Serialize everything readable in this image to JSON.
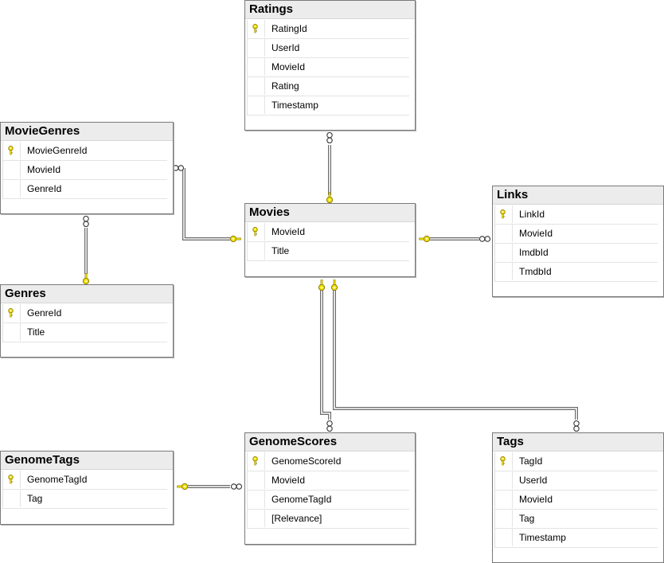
{
  "tables": [
    {
      "id": "Ratings",
      "title": "Ratings",
      "columns": [
        {
          "name": "RatingId",
          "pk": true
        },
        {
          "name": "UserId",
          "pk": false
        },
        {
          "name": "MovieId",
          "pk": false
        },
        {
          "name": "Rating",
          "pk": false
        },
        {
          "name": "Timestamp",
          "pk": false
        }
      ]
    },
    {
      "id": "MovieGenres",
      "title": "MovieGenres",
      "columns": [
        {
          "name": "MovieGenreId",
          "pk": true
        },
        {
          "name": "MovieId",
          "pk": false
        },
        {
          "name": "GenreId",
          "pk": false
        }
      ]
    },
    {
      "id": "Movies",
      "title": "Movies",
      "columns": [
        {
          "name": "MovieId",
          "pk": true
        },
        {
          "name": "Title",
          "pk": false
        }
      ]
    },
    {
      "id": "Links",
      "title": "Links",
      "columns": [
        {
          "name": "LinkId",
          "pk": true
        },
        {
          "name": "MovieId",
          "pk": false
        },
        {
          "name": "ImdbId",
          "pk": false
        },
        {
          "name": "TmdbId",
          "pk": false
        }
      ]
    },
    {
      "id": "Genres",
      "title": "Genres",
      "columns": [
        {
          "name": "GenreId",
          "pk": true
        },
        {
          "name": "Title",
          "pk": false
        }
      ]
    },
    {
      "id": "GenomeScores",
      "title": "GenomeScores",
      "columns": [
        {
          "name": "GenomeScoreId",
          "pk": true
        },
        {
          "name": "MovieId",
          "pk": false
        },
        {
          "name": "GenomeTagId",
          "pk": false
        },
        {
          "name": "[Relevance]",
          "pk": false
        }
      ]
    },
    {
      "id": "GenomeTags",
      "title": "GenomeTags",
      "columns": [
        {
          "name": "GenomeTagId",
          "pk": true
        },
        {
          "name": "Tag",
          "pk": false
        }
      ]
    },
    {
      "id": "Tags",
      "title": "Tags",
      "columns": [
        {
          "name": "TagId",
          "pk": true
        },
        {
          "name": "UserId",
          "pk": false
        },
        {
          "name": "MovieId",
          "pk": false
        },
        {
          "name": "Tag",
          "pk": false
        },
        {
          "name": "Timestamp",
          "pk": false
        }
      ]
    }
  ],
  "relationships": [
    {
      "from": "Ratings",
      "to": "Movies"
    },
    {
      "from": "MovieGenres",
      "to": "Movies"
    },
    {
      "from": "MovieGenres",
      "to": "Genres"
    },
    {
      "from": "Links",
      "to": "Movies"
    },
    {
      "from": "GenomeScores",
      "to": "Movies"
    },
    {
      "from": "Tags",
      "to": "Movies"
    },
    {
      "from": "GenomeScores",
      "to": "GenomeTags"
    }
  ],
  "colors": {
    "key": "#f2e200",
    "key_outline": "#8a7a00",
    "connector": "#6a6a6a",
    "header": "#ececec"
  },
  "icons": {
    "primary_key": "key-icon",
    "many_end": "infinity-icon",
    "one_end": "key-icon"
  }
}
